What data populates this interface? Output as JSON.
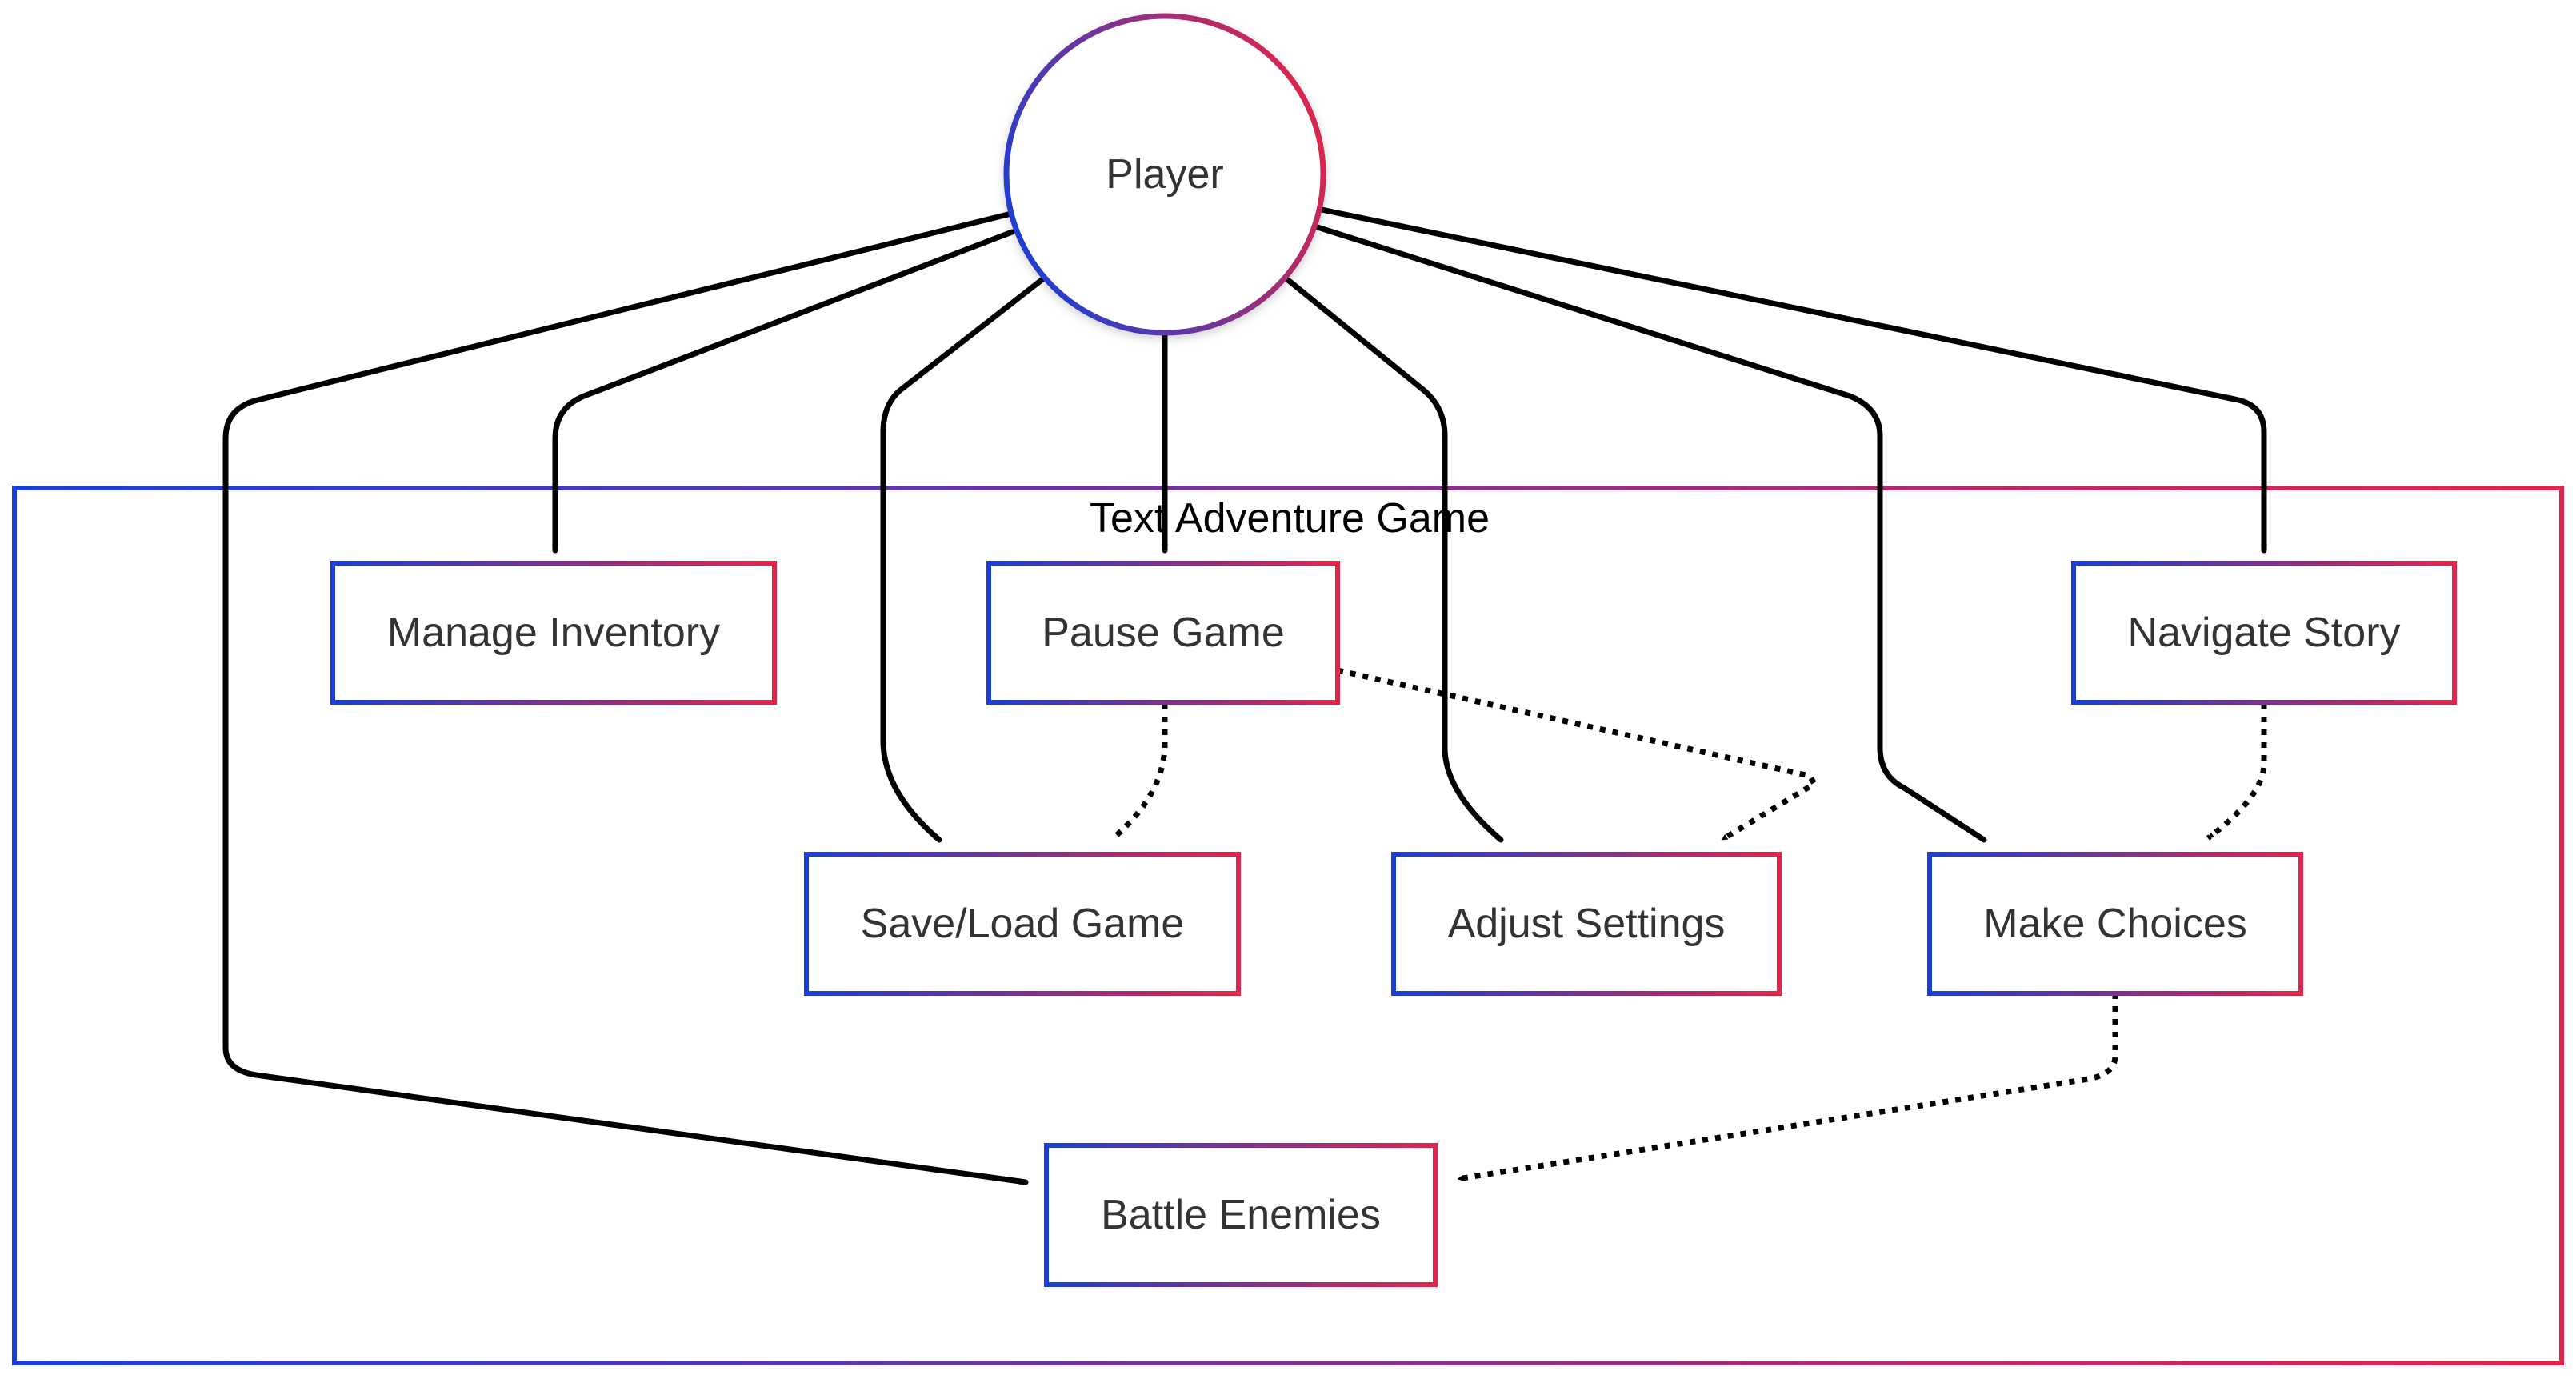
{
  "diagram": {
    "system_label": "Text Adventure Game",
    "actor": {
      "id": "player",
      "label": "Player"
    },
    "use_cases": [
      {
        "id": "inventory",
        "label": "Manage Inventory"
      },
      {
        "id": "pause",
        "label": "Pause Game"
      },
      {
        "id": "navigate",
        "label": "Navigate Story"
      },
      {
        "id": "saveload",
        "label": "Save/Load Game"
      },
      {
        "id": "settings",
        "label": "Adjust Settings"
      },
      {
        "id": "choices",
        "label": "Make Choices"
      },
      {
        "id": "battle",
        "label": "Battle Enemies"
      }
    ],
    "relations": [
      {
        "from": "player",
        "to": "battle",
        "style": "solid"
      },
      {
        "from": "player",
        "to": "inventory",
        "style": "solid"
      },
      {
        "from": "player",
        "to": "saveload",
        "style": "solid"
      },
      {
        "from": "player",
        "to": "pause",
        "style": "solid"
      },
      {
        "from": "player",
        "to": "settings",
        "style": "solid"
      },
      {
        "from": "player",
        "to": "choices",
        "style": "solid"
      },
      {
        "from": "player",
        "to": "navigate",
        "style": "solid"
      },
      {
        "from": "pause",
        "to": "saveload",
        "style": "dotted"
      },
      {
        "from": "pause",
        "to": "settings",
        "style": "dotted"
      },
      {
        "from": "navigate",
        "to": "choices",
        "style": "dotted"
      },
      {
        "from": "choices",
        "to": "battle",
        "style": "dotted"
      }
    ],
    "colors": {
      "gradient_start": "#1a3fd6",
      "gradient_end": "#e0264a",
      "edge": "#000000",
      "text": "#333333"
    }
  }
}
